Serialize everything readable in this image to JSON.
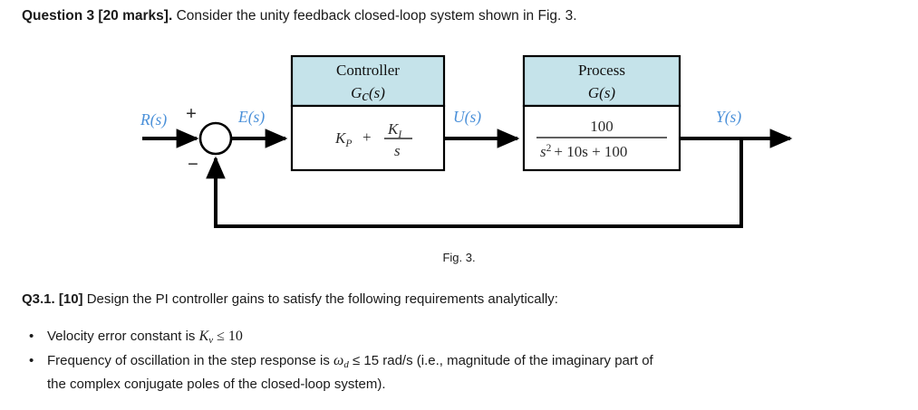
{
  "heading": {
    "bold_part": "Question 3 [20 marks].",
    "rest": " Consider the unity feedback closed-loop system shown in Fig. 3."
  },
  "figure": {
    "caption": "Fig. 3.",
    "header_fill": "#c5e3ea",
    "signal_color": "#4a90d9",
    "line_color": "#000000",
    "blocks": [
      {
        "name": "controller",
        "title": "Controller",
        "subtitle": "Gᴄ(s)",
        "subtitle_main": "G",
        "subtitle_sub": "c",
        "subtitle_tail": "(s)",
        "formula_left": "K",
        "formula_left_sub": "P",
        "formula_plus": "+",
        "formula_num": "K",
        "formula_num_sub": "I",
        "formula_den": "s"
      },
      {
        "name": "process",
        "title": "Process",
        "subtitle_main": "G",
        "subtitle_tail": "(s)",
        "numerator": "100",
        "denominator_s": "s",
        "denominator_exp": "2",
        "denominator_rest": "+ 10s + 100"
      }
    ],
    "signals": {
      "reference": "R(s)",
      "error": "E(s)",
      "control": "U(s)",
      "output": "Y(s)",
      "plus_sign": "+",
      "minus_sign": "−"
    }
  },
  "q31": {
    "bold_part": "Q3.1. [10]",
    "rest": " Design the PI controller gains to satisfy the following requirements analytically:"
  },
  "bullets": [
    {
      "marker": "•",
      "pre": "Velocity error constant is ",
      "sym": "K",
      "sym_sub": "v",
      "post": " ≤ 10",
      "line2": ""
    },
    {
      "marker": "•",
      "pre": "Frequency of oscillation in the step response is ",
      "sym": "ω",
      "sym_sub": "d",
      "post": " ≤ 15 rad/s (i.e., magnitude of the imaginary part of",
      "line2": "the complex conjugate poles of the closed-loop system)."
    }
  ]
}
